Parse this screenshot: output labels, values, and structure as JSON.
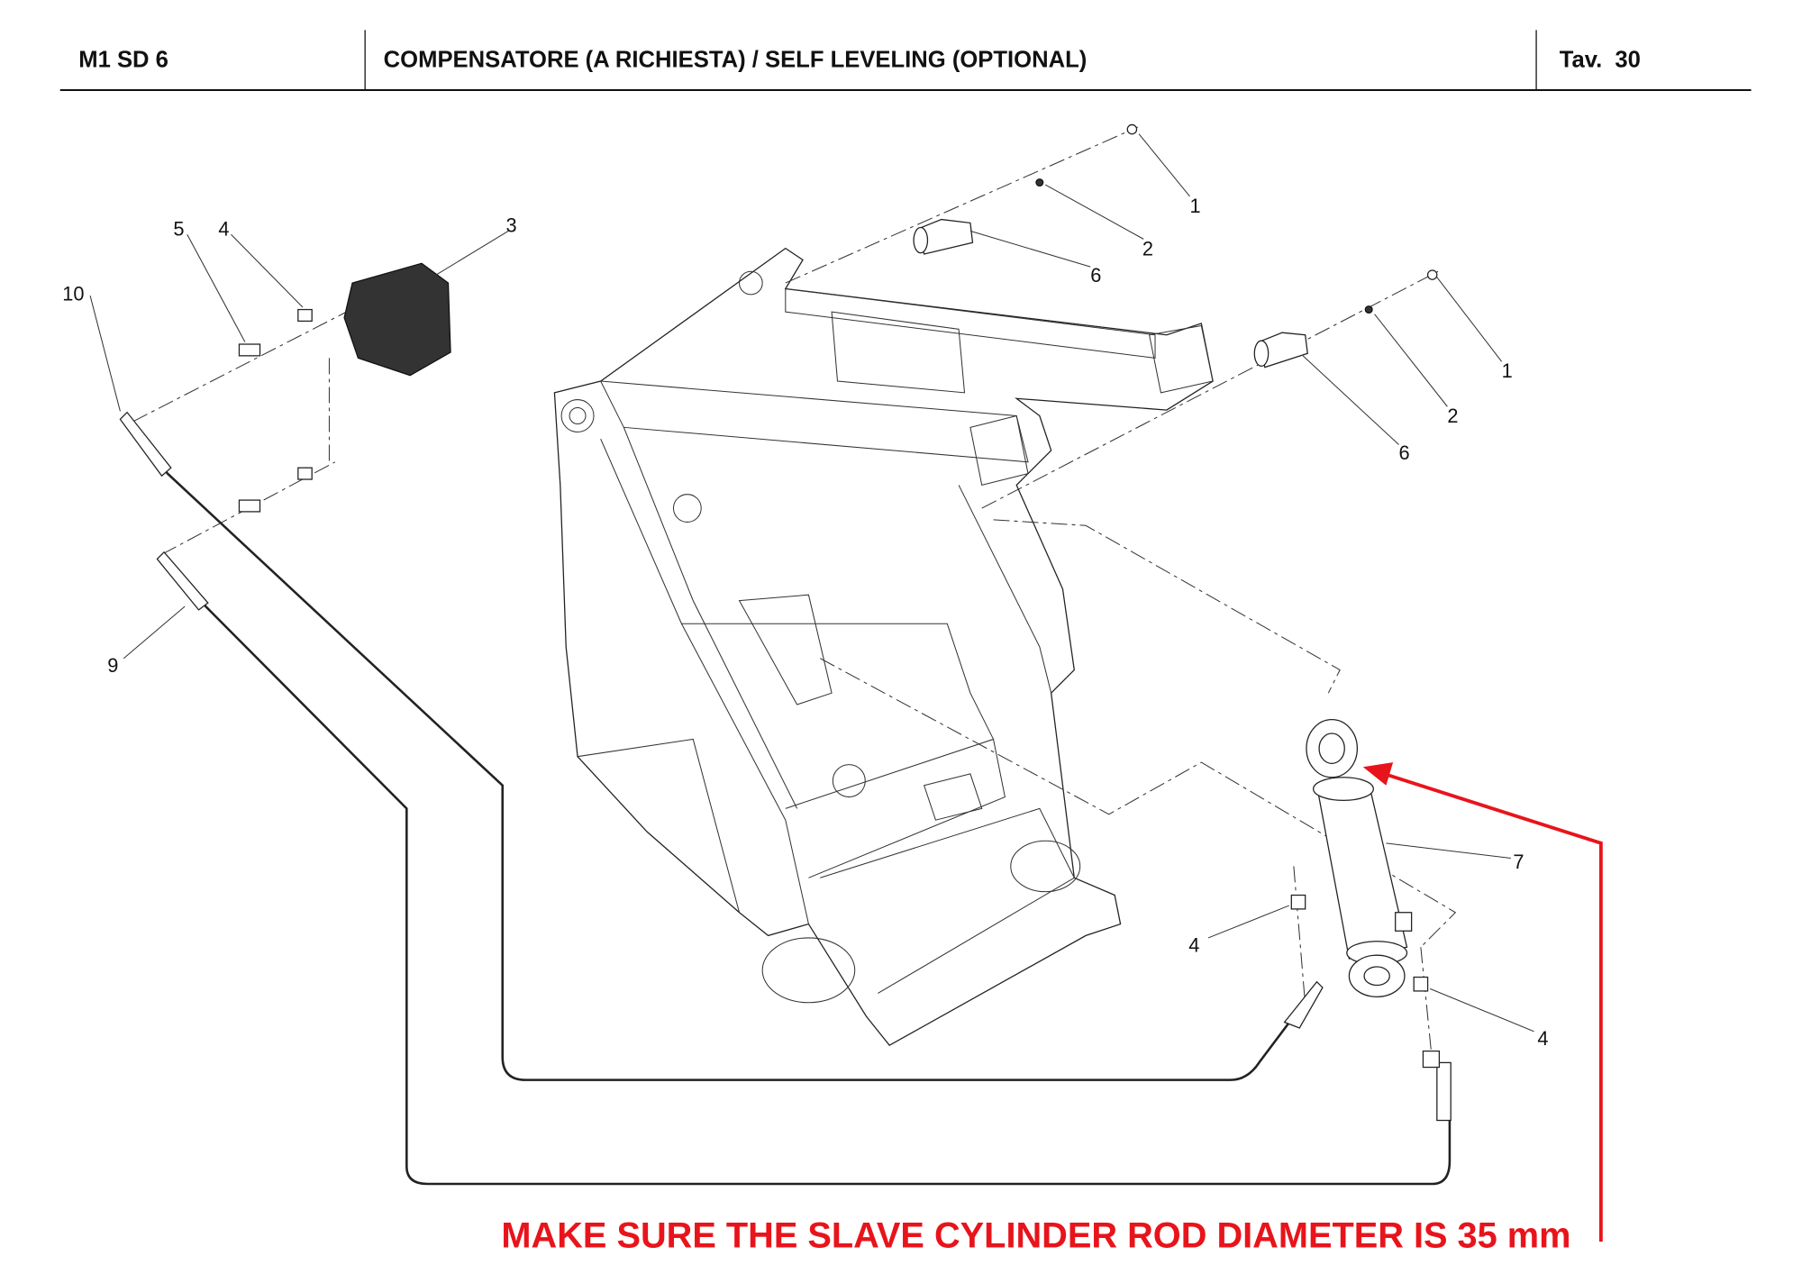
{
  "header": {
    "model": "M1 SD 6",
    "title": "COMPENSATORE (A RICHIESTA) / SELF LEVELING (OPTIONAL)",
    "table": "Tav.  30"
  },
  "callouts": [
    "1",
    "2",
    "6",
    "3",
    "4",
    "5",
    "10",
    "1",
    "2",
    "6",
    "9",
    "7",
    "4",
    "4"
  ],
  "warning": {
    "text": "MAKE SURE THE SLAVE CYLINDER ROD DIAMETER IS 35 mm",
    "color": "#e8141b"
  }
}
